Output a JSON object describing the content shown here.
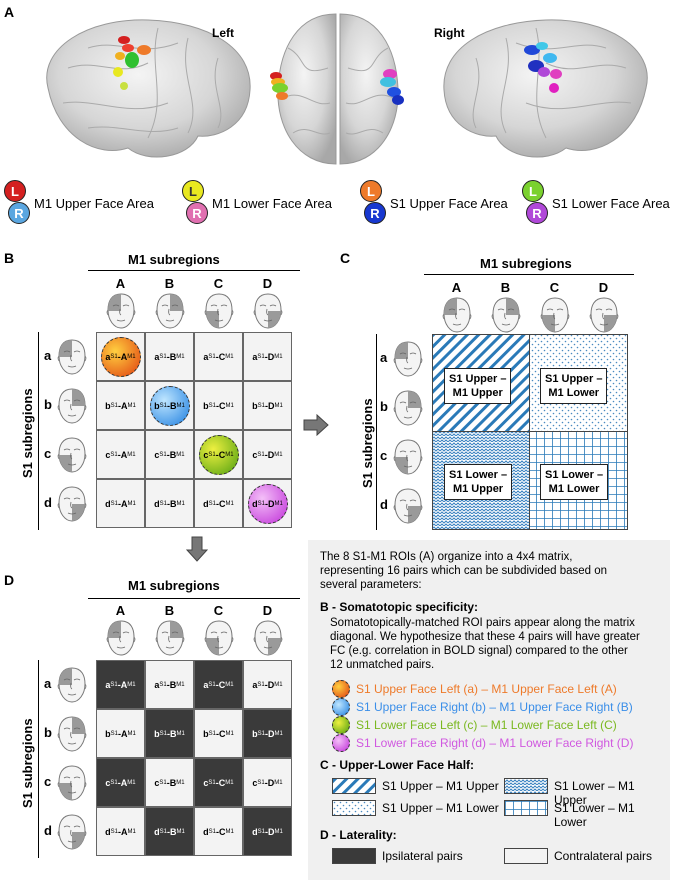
{
  "panels": {
    "a": "A",
    "b": "B",
    "c": "C",
    "d": "D"
  },
  "brain": {
    "left": "Left",
    "right": "Right"
  },
  "legend": [
    {
      "l": "L",
      "r": "R",
      "label": "M1 Upper Face Area",
      "lc": "#d42020",
      "rc": "#5aa6e0"
    },
    {
      "l": "L",
      "r": "R",
      "label": "M1 Lower Face Area",
      "lc": "#e8e820",
      "rc": "#e070b0"
    },
    {
      "l": "L",
      "r": "R",
      "label": "S1 Upper Face Area",
      "lc": "#ee7a2a",
      "rc": "#1838d0"
    },
    {
      "l": "L",
      "r": "R",
      "label": "S1 Lower Face Area",
      "lc": "#7ad12e",
      "rc": "#b048d8"
    }
  ],
  "matrix": {
    "x_title": "M1 subregions",
    "y_title": "S1 subregions",
    "cols": [
      "A",
      "B",
      "C",
      "D"
    ],
    "rows": [
      "a",
      "b",
      "c",
      "d"
    ],
    "cells": [
      [
        "aS1-AM1",
        "aS1-BM1",
        "aS1-CM1",
        "aS1-DM1"
      ],
      [
        "bS1-AM1",
        "bS1-BM1",
        "bS1-CM1",
        "bS1-DM1"
      ],
      [
        "cS1-AM1",
        "cS1-BM1",
        "cS1-CM1",
        "cS1-DM1"
      ],
      [
        "dS1-AM1",
        "dS1-BM1",
        "dS1-CM1",
        "dS1-DM1"
      ]
    ],
    "row_parts": [
      "a",
      "b",
      "c",
      "d"
    ],
    "col_parts": [
      "A",
      "B",
      "C",
      "D"
    ],
    "sub_s1": "S1",
    "sub_m1": "M1",
    "dash": "-"
  },
  "quadrants": {
    "uu": "S1 Upper – M1 Upper",
    "ul": "S1 Upper – M1 Lower",
    "lu": "S1 Lower – M1 Upper",
    "ll": "S1 Lower – M1 Lower",
    "uu1": "S1 Upper –",
    "uu2": "M1 Upper",
    "ul1": "S1 Upper –",
    "ul2": "M1 Lower",
    "lu1": "S1 Lower –",
    "lu2": "M1 Upper",
    "ll1": "S1 Lower –",
    "ll2": "M1 Lower"
  },
  "text": {
    "intro1": "The 8 S1-M1 ROIs (A) organize into a 4x4 matrix,",
    "intro2": "representing 16 pairs which can be subdivided based on",
    "intro3": "several parameters:",
    "b_head": "B - Somatotopic specificity:",
    "b1": "Somatotopically-matched ROI pairs appear along the matrix",
    "b2": "diagonal. We hypothesize that these 4 pairs will have greater",
    "b3": "FC (e.g. correlation in BOLD signal) compared to the other",
    "b4": "12 unmatched pairs.",
    "roi": [
      {
        "label": "S1 Upper Face Left (a) – M1 Upper Face Left (A)",
        "color": "#ee7a2a"
      },
      {
        "label": "S1 Upper Face Right (b) – M1 Upper Face Right (B)",
        "color": "#3a8ee8"
      },
      {
        "label": "S1 Lower Face Left (c) – M1 Lower Face Left (C)",
        "color": "#7ab820"
      },
      {
        "label": "S1 Lower Face Right (d) – M1 Lower Face Right (D)",
        "color": "#d058e0"
      }
    ],
    "c_head": "C - Upper-Lower Face Half:",
    "d_head": "D - Laterality:",
    "ipsi": "Ipsilateral pairs",
    "contra": "Contralateral pairs"
  }
}
